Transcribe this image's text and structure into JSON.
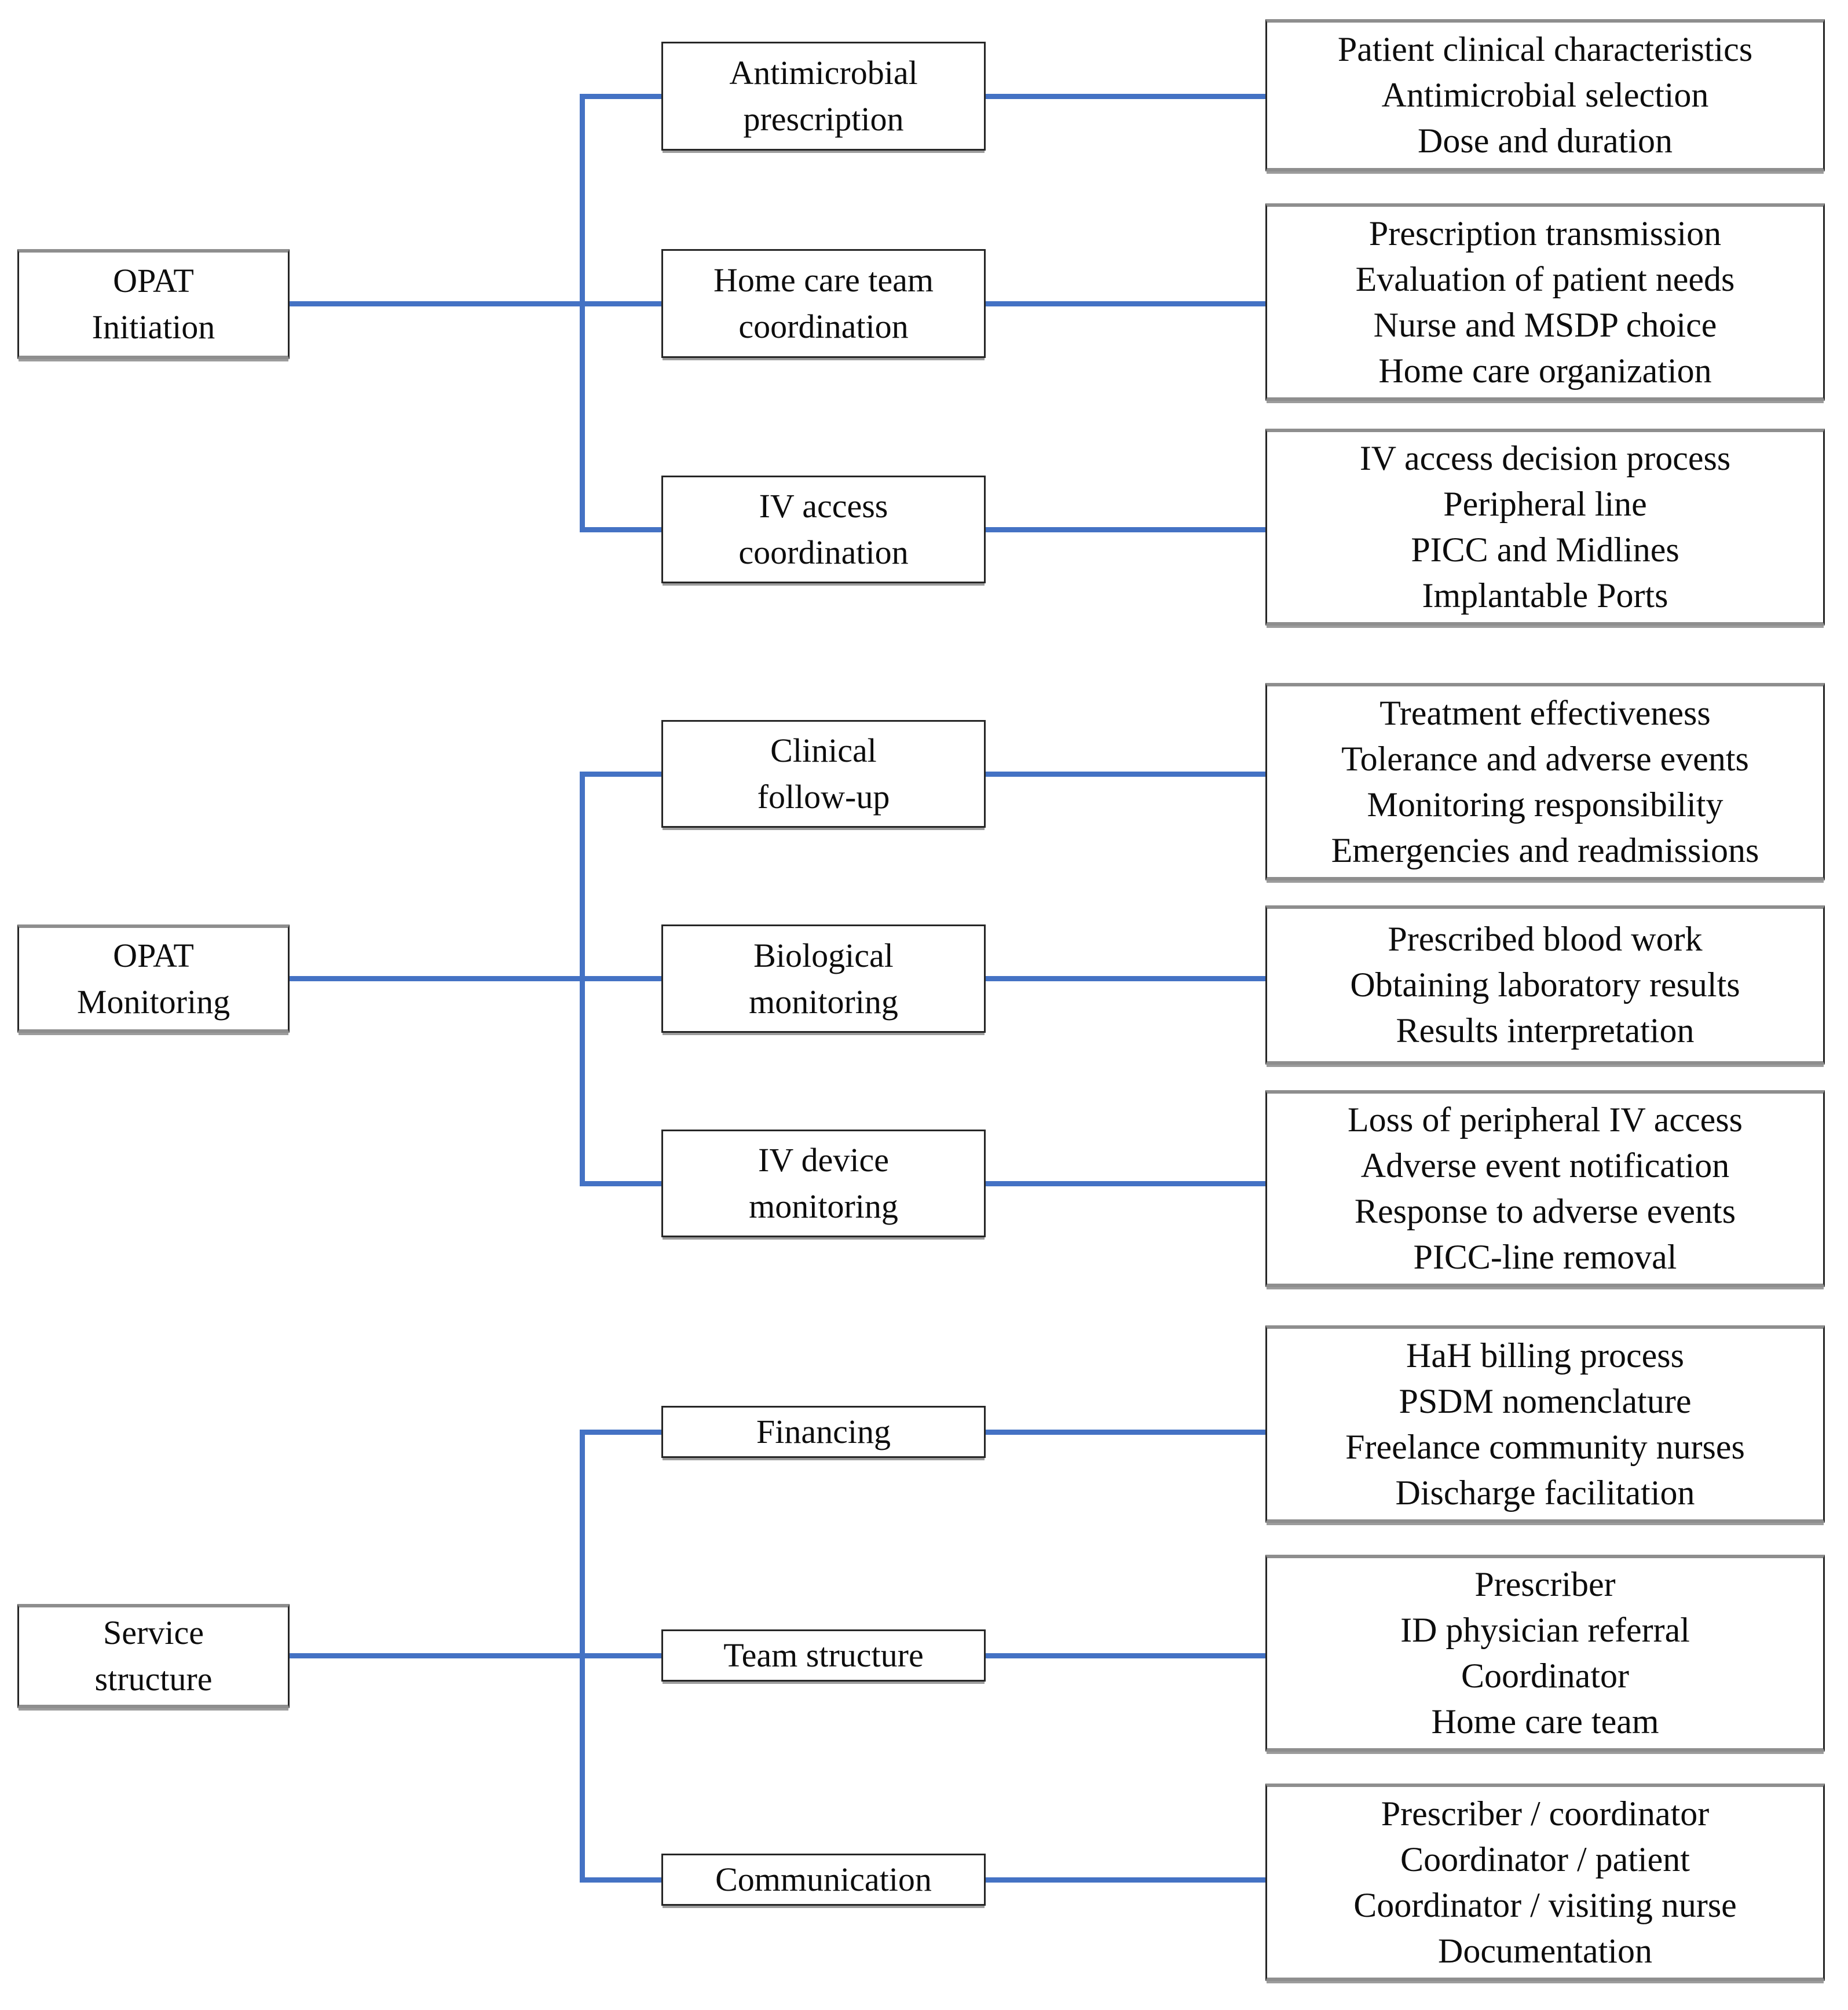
{
  "colors": {
    "connector": "#4472c4",
    "box_border": "#262626",
    "wide_edge": "#8e8e8e",
    "text": "#0d0d0d",
    "background": "#ffffff"
  },
  "sections": [
    {
      "root": {
        "lines": [
          "OPAT",
          "Initiation"
        ]
      },
      "branches": [
        {
          "label": {
            "lines": [
              "Antimicrobial",
              "prescription"
            ]
          },
          "details": [
            "Patient clinical characteristics",
            "Antimicrobial selection",
            "Dose and duration"
          ]
        },
        {
          "label": {
            "lines": [
              "Home care team",
              "coordination"
            ]
          },
          "details": [
            "Prescription transmission",
            "Evaluation of patient needs",
            "Nurse and MSDP choice",
            "Home care organization"
          ]
        },
        {
          "label": {
            "lines": [
              "IV access",
              "coordination"
            ]
          },
          "details": [
            "IV access decision process",
            "Peripheral line",
            "PICC and Midlines",
            "Implantable Ports"
          ]
        }
      ]
    },
    {
      "root": {
        "lines": [
          "OPAT",
          "Monitoring"
        ]
      },
      "branches": [
        {
          "label": {
            "lines": [
              "Clinical",
              "follow-up"
            ]
          },
          "details": [
            "Treatment effectiveness",
            "Tolerance and adverse events",
            "Monitoring responsibility",
            "Emergencies and readmissions"
          ]
        },
        {
          "label": {
            "lines": [
              "Biological",
              "monitoring"
            ]
          },
          "details": [
            "Prescribed blood work",
            "Obtaining laboratory results",
            "Results interpretation"
          ]
        },
        {
          "label": {
            "lines": [
              "IV device",
              "monitoring"
            ]
          },
          "details": [
            "Loss of peripheral IV access",
            "Adverse event notification",
            "Response to adverse events",
            "PICC-line removal"
          ]
        }
      ]
    },
    {
      "root": {
        "lines": [
          "Service",
          "structure"
        ]
      },
      "branches": [
        {
          "label": {
            "lines": [
              "Financing"
            ]
          },
          "details": [
            "HaH billing process",
            "PSDM nomenclature",
            "Freelance community nurses",
            "Discharge facilitation"
          ]
        },
        {
          "label": {
            "lines": [
              "Team structure"
            ]
          },
          "details": [
            "Prescriber",
            "ID physician referral",
            "Coordinator",
            "Home care team"
          ]
        },
        {
          "label": {
            "lines": [
              "Communication"
            ]
          },
          "details": [
            "Prescriber / coordinator",
            "Coordinator / patient",
            "Coordinator / visiting nurse",
            "Documentation"
          ]
        }
      ]
    }
  ]
}
